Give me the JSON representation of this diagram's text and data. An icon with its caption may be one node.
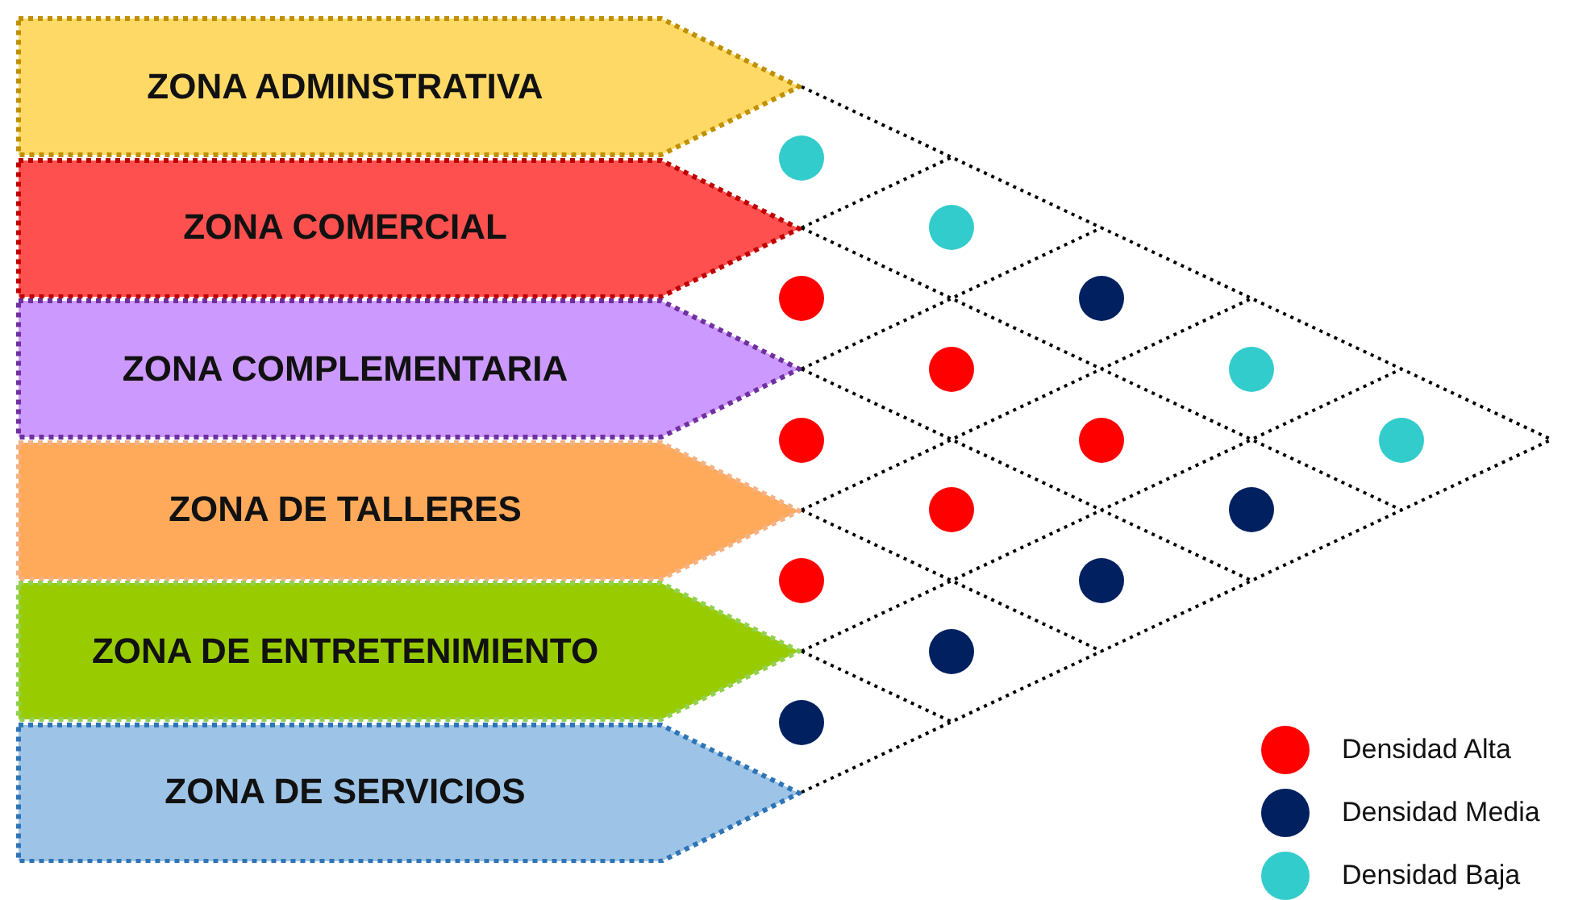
{
  "diagram": {
    "nodes": [
      {
        "text": [
          "ZONA ADMINSTRATIVA"
        ]
      },
      {
        "text": [
          "ZONA COMERCIAL"
        ]
      },
      {
        "text": [
          "ZONA COMPLEMENTARIA"
        ]
      },
      {
        "text": [
          "ZONA DE TALLERES"
        ]
      },
      {
        "text": [
          "ZONA DE ENTRETENIMIENTO"
        ]
      },
      {
        "text": [
          "ZONA DE SERVICIOS"
        ]
      },
      {
        "text": [],
        "shape": "circle"
      },
      {
        "text": [],
        "shape": "circle"
      },
      {
        "text": [],
        "shape": "circle"
      },
      {
        "text": [],
        "shape": "circle"
      },
      {
        "text": [],
        "shape": "circle"
      },
      {
        "text": [],
        "shape": "circle"
      },
      {
        "text": [],
        "shape": "circle"
      },
      {
        "text": [],
        "shape": "circle"
      },
      {
        "text": [],
        "shape": "circle"
      },
      {
        "text": [],
        "shape": "circle"
      },
      {
        "text": [],
        "shape": "circle"
      },
      {
        "text": [],
        "shape": "circle"
      },
      {
        "text": [],
        "shape": "circle"
      },
      {
        "text": [],
        "shape": "circle"
      },
      {
        "text": [],
        "shape": "circle"
      }
    ],
    "legend": [
      {
        "text": "Densidad Alta",
        "color": "#ff0000"
      },
      {
        "text": "Densidad Media",
        "color": "#002060"
      },
      {
        "text": "Densidad Baja",
        "color": "#33cccc"
      }
    ]
  }
}
